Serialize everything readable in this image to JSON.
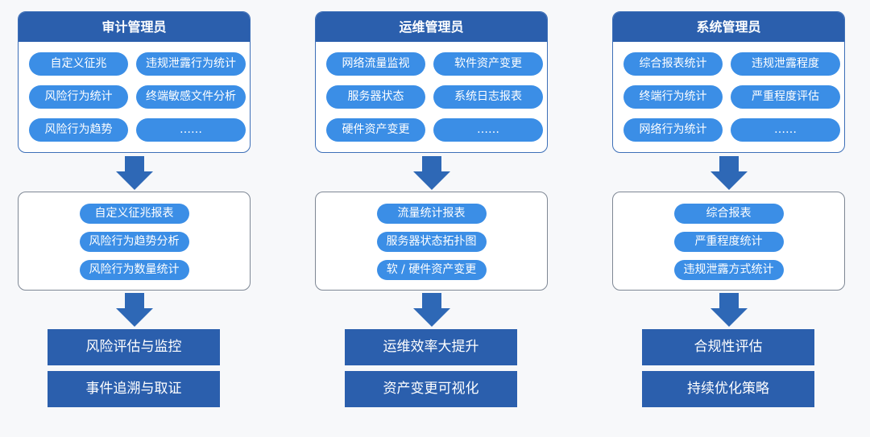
{
  "columns": [
    {
      "title": "审计管理员",
      "features": [
        "自定义征兆",
        "违规泄露行为统计",
        "风险行为统计",
        "终端敏感文件分析",
        "风险行为趋势",
        "……"
      ],
      "reports": [
        "自定义征兆报表",
        "风险行为趋势分析",
        "风险行为数量统计"
      ],
      "outcomes": [
        "风险评估与监控",
        "事件追溯与取证"
      ]
    },
    {
      "title": "运维管理员",
      "features": [
        "网络流量监视",
        "软件资产变更",
        "服务器状态",
        "系统日志报表",
        "硬件资产变更",
        "……"
      ],
      "reports": [
        "流量统计报表",
        "服务器状态拓扑图",
        "软 / 硬件资产变更"
      ],
      "outcomes": [
        "运维效率大提升",
        "资产变更可视化"
      ]
    },
    {
      "title": "系统管理员",
      "features": [
        "综合报表统计",
        "违规泄露程度",
        "终端行为统计",
        "严重程度评估",
        "网络行为统计",
        "……"
      ],
      "reports": [
        "综合报表",
        "严重程度统计",
        "违规泄露方式统计"
      ],
      "outcomes": [
        "合规性评估",
        "持续优化策略"
      ]
    }
  ],
  "colors": {
    "header_blue": "#2b5fad",
    "pill_blue": "#3b8ee6",
    "arrow_blue": "#2e68b6",
    "top_border": "#3d6fb8",
    "mid_border": "#7e8794"
  }
}
